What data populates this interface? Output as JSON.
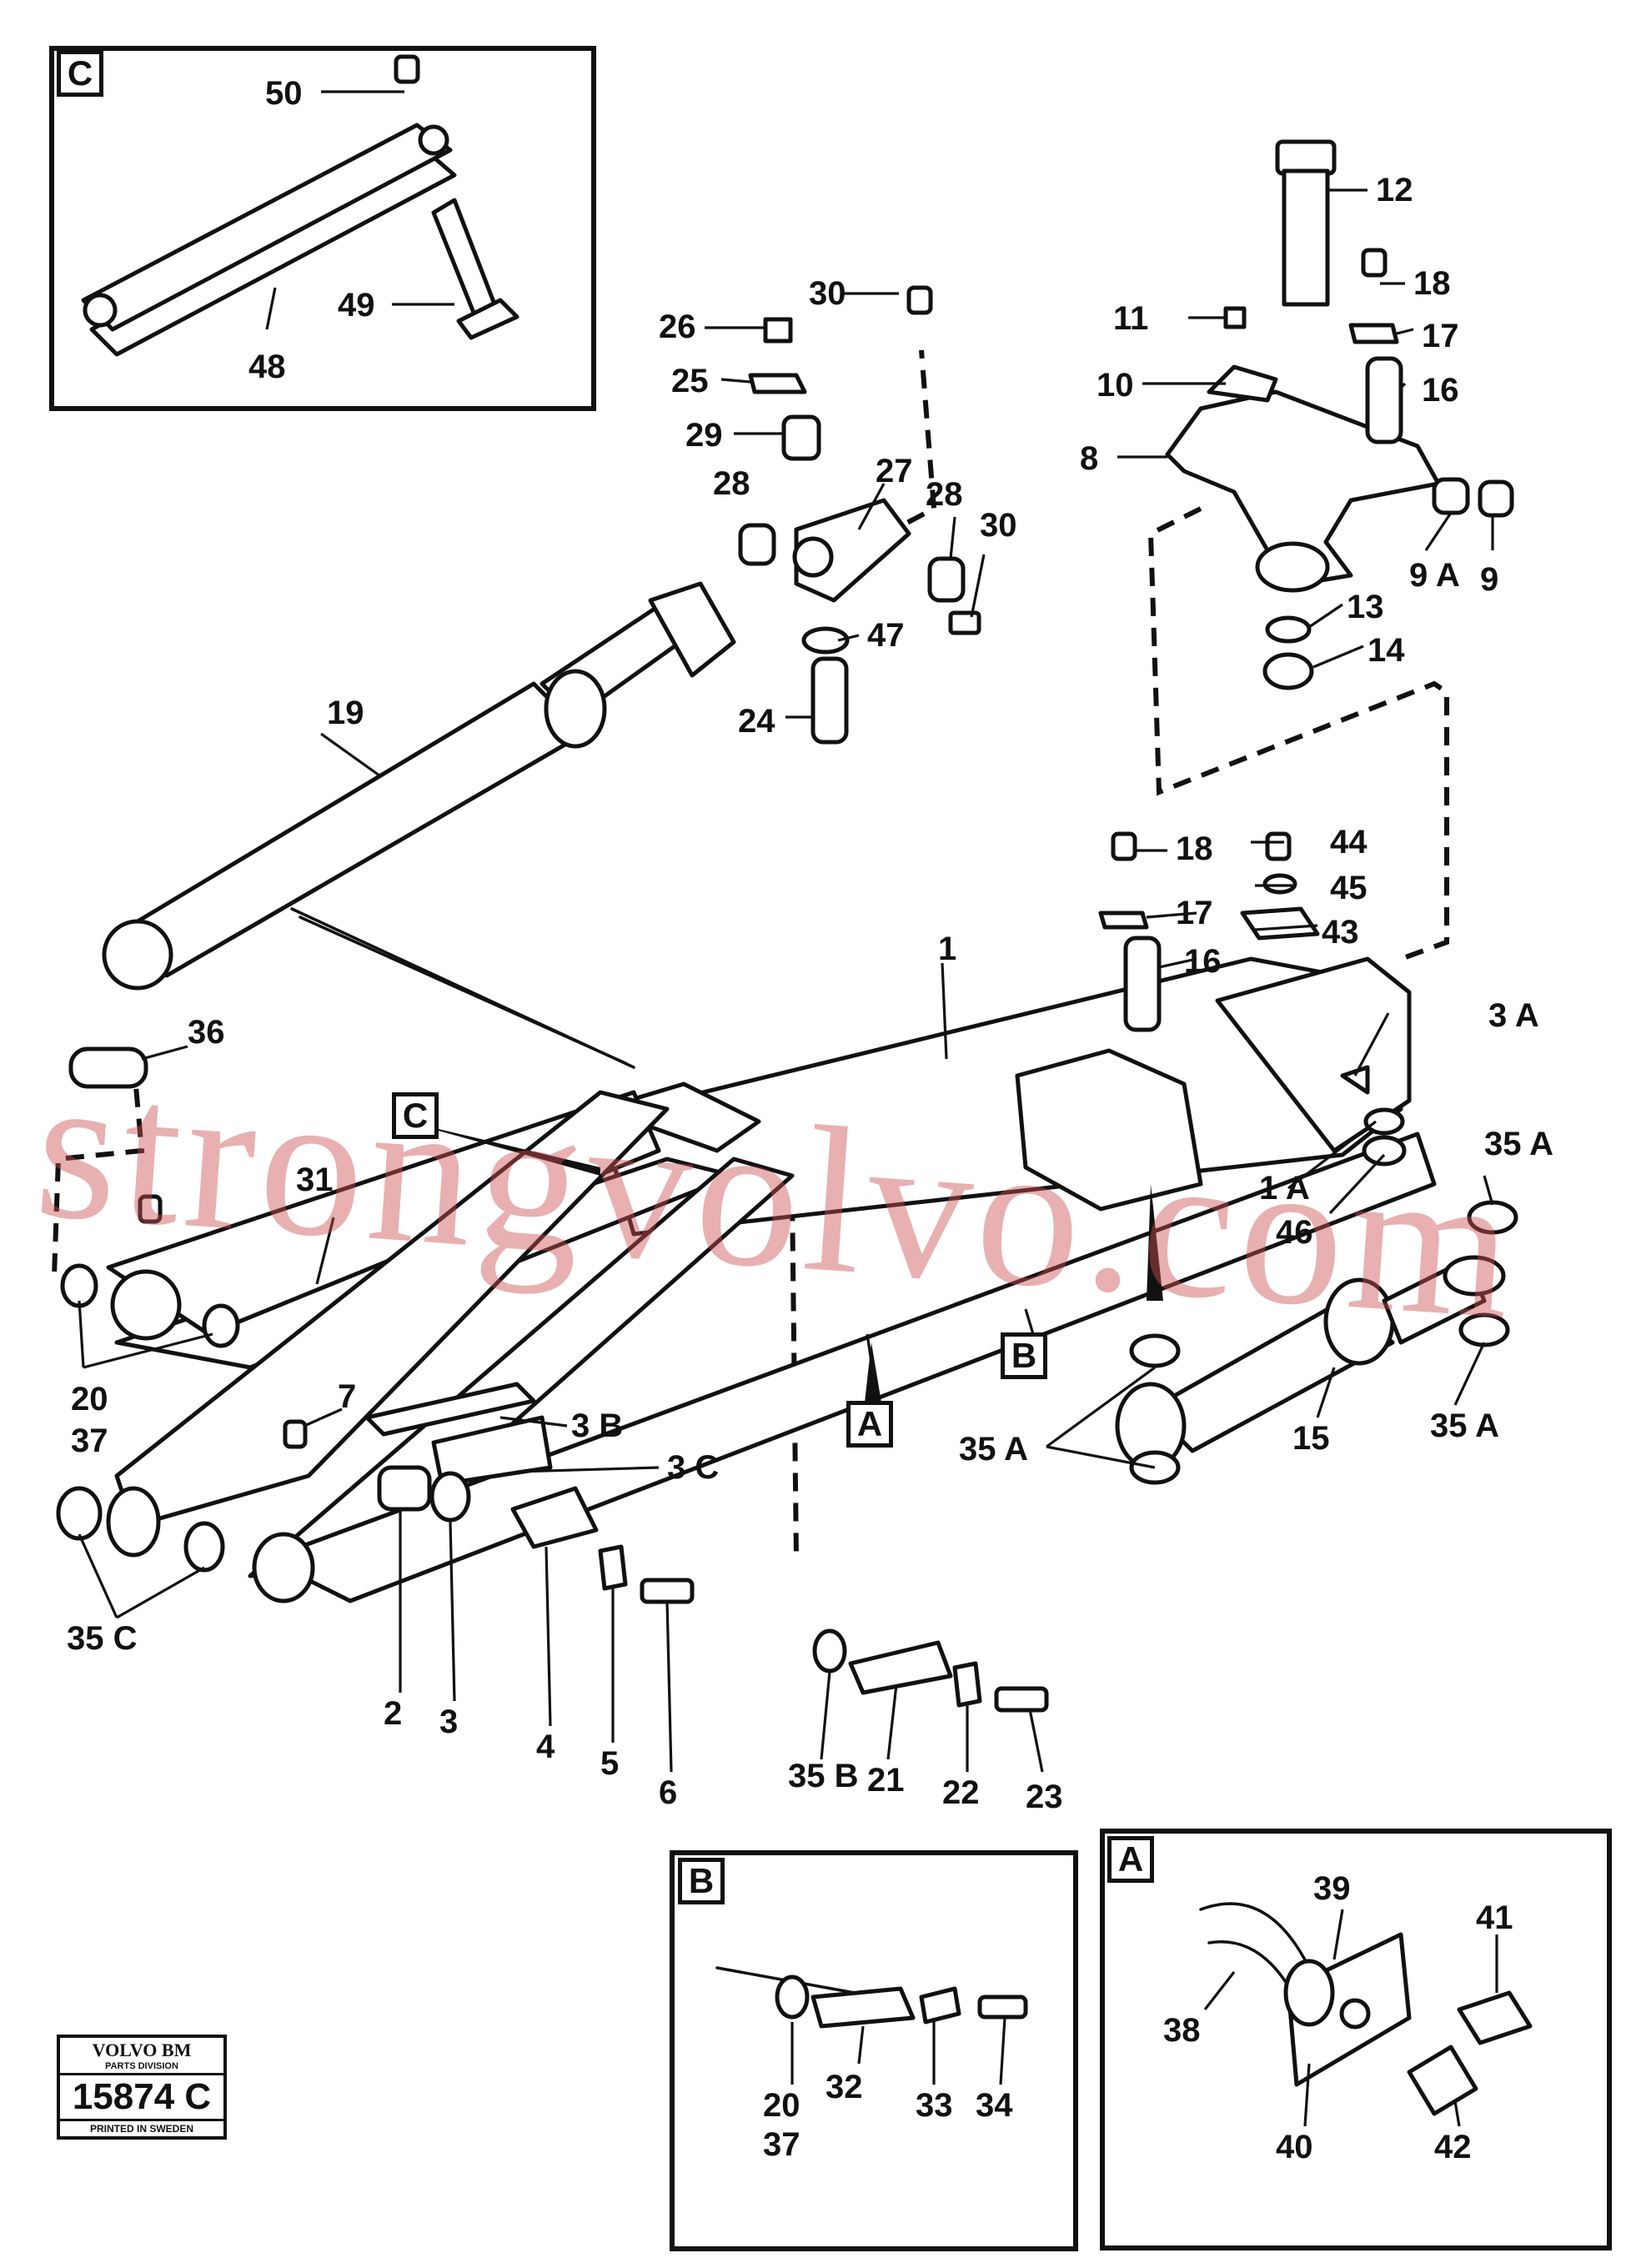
{
  "watermark": "strongvolvo.com",
  "stamp": {
    "brand": "VOLVO BM",
    "division": "PARTS DIVISION",
    "number": "15874 C",
    "printed": "PRINTED IN SWEDEN"
  },
  "detail_tags": {
    "c": "C",
    "b": "B",
    "a": "A"
  },
  "callouts": {
    "p50": "50",
    "p48": "48",
    "p49": "49",
    "p30a": "30",
    "p26": "26",
    "p25": "25",
    "p29": "29",
    "p28a": "28",
    "p27": "27",
    "p28b": "28",
    "p30b": "30",
    "p47": "47",
    "p24": "24",
    "p12": "12",
    "p18a": "18",
    "p11": "11",
    "p17a": "17",
    "p10": "10",
    "p16a": "16",
    "p8": "8",
    "p9a": "9 A",
    "p9": "9",
    "p13": "13",
    "p14": "14",
    "p19": "19",
    "p18b": "18",
    "p44": "44",
    "p45": "45",
    "p17b": "17",
    "p43": "43",
    "p16b": "16",
    "p1": "1",
    "p3a": "3 A",
    "p36": "36",
    "p31": "31",
    "p1a": "1 A",
    "p46": "46",
    "p35a_a": "35 A",
    "p20a": "20",
    "p37a": "37",
    "p7": "7",
    "p3b": "3 B",
    "p3c": "3 C",
    "p35a_b": "35 A",
    "p15": "15",
    "p35a_c": "35 A",
    "p35c": "35 C",
    "p2": "2",
    "p3": "3",
    "p4": "4",
    "p5": "5",
    "p6": "6",
    "p35b": "35 B",
    "p21": "21",
    "p22": "22",
    "p23": "23",
    "p20b": "20",
    "p37b": "37",
    "p32": "32",
    "p33": "33",
    "p34": "34",
    "p39": "39",
    "p41": "41",
    "p38": "38",
    "p40": "40",
    "p42": "42"
  }
}
